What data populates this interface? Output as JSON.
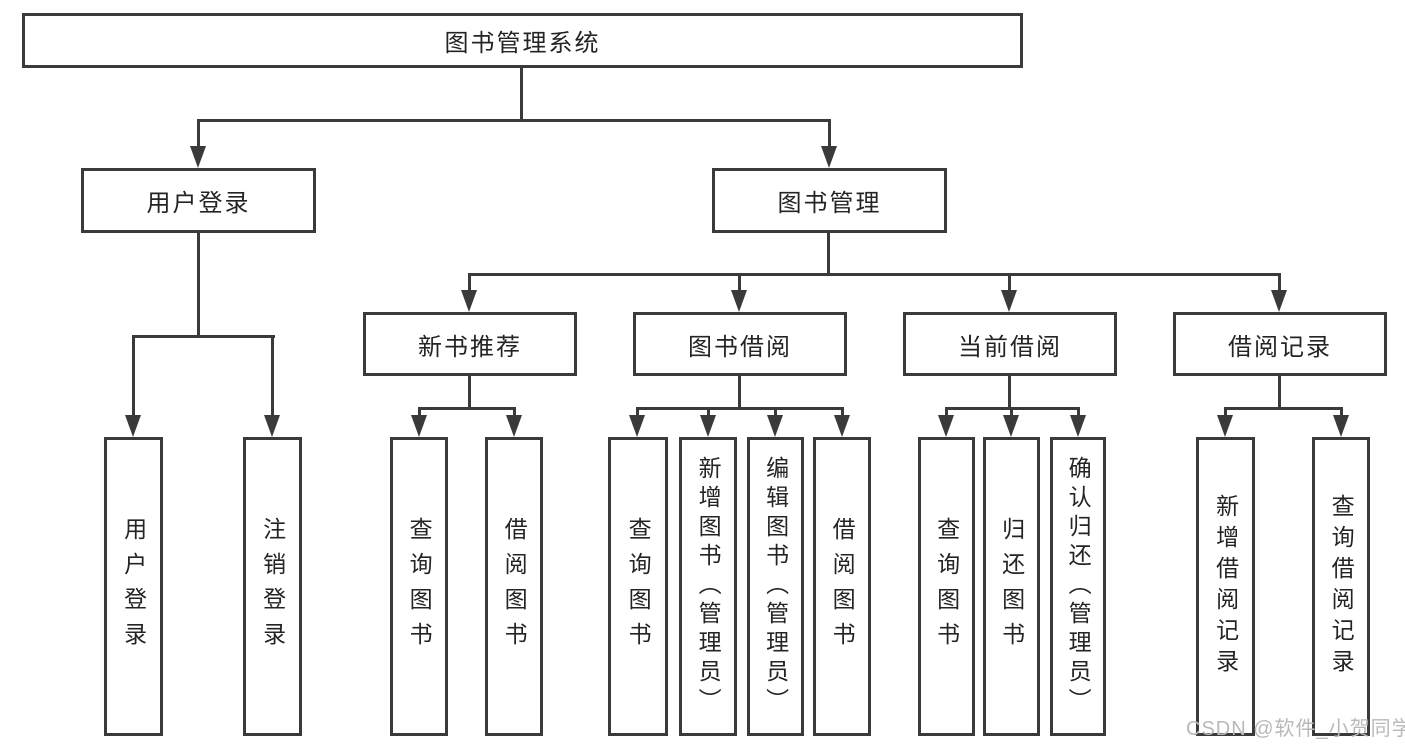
{
  "tree": {
    "root": "图书管理系统",
    "branches": [
      {
        "label": "用户登录",
        "leaves": [
          "用户登录",
          "注销登录"
        ]
      },
      {
        "label": "图书管理",
        "children": [
          {
            "label": "新书推荐",
            "leaves": [
              "查询图书",
              "借阅图书"
            ]
          },
          {
            "label": "图书借阅",
            "leaves": [
              "查询图书",
              "新增图书（管理员）",
              "编辑图书（管理员）",
              "借阅图书"
            ]
          },
          {
            "label": "当前借阅",
            "leaves": [
              "查询图书",
              "归还图书",
              "确认归还（管理员）"
            ]
          },
          {
            "label": "借阅记录",
            "leaves": [
              "新增借阅记录",
              "查询借阅记录"
            ]
          }
        ]
      }
    ]
  },
  "watermark": "CSDN @软件_小贺同学",
  "colors": {
    "line": "#3a3a3a",
    "text": "#222222",
    "watermark": "#b9b9b9",
    "background": "#ffffff"
  }
}
